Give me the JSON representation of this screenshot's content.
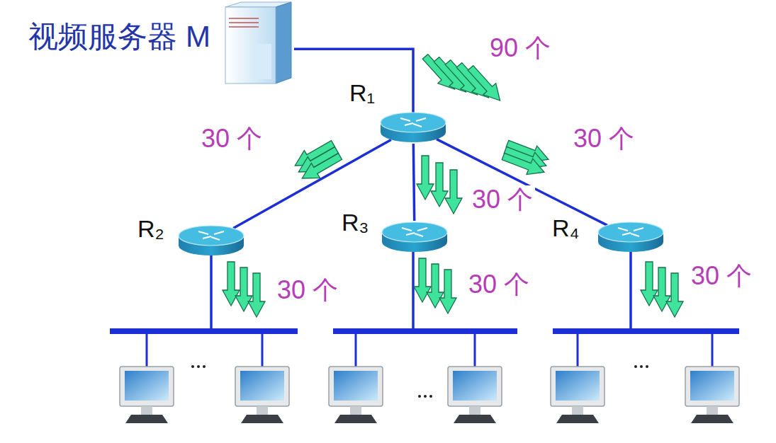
{
  "diagram": {
    "nodes": [
      {
        "text": [
          "视频服务器 M"
        ]
      },
      {
        "text": [
          "R₁"
        ]
      },
      {
        "text": [
          "R₂"
        ]
      },
      {
        "text": [
          "R₃"
        ]
      },
      {
        "text": [
          "R₄"
        ]
      }
    ],
    "edges": [
      {
        "from": 0,
        "to": 1,
        "arrow": "none"
      },
      {
        "from": 1,
        "to": 2,
        "arrow": "none"
      },
      {
        "from": 1,
        "to": 3,
        "arrow": "none"
      },
      {
        "from": 1,
        "to": 4,
        "arrow": "none"
      }
    ],
    "labels": [
      "90 个",
      "30 个",
      "30 个",
      "30 个",
      "30 个",
      "30 个",
      "30 个"
    ]
  }
}
